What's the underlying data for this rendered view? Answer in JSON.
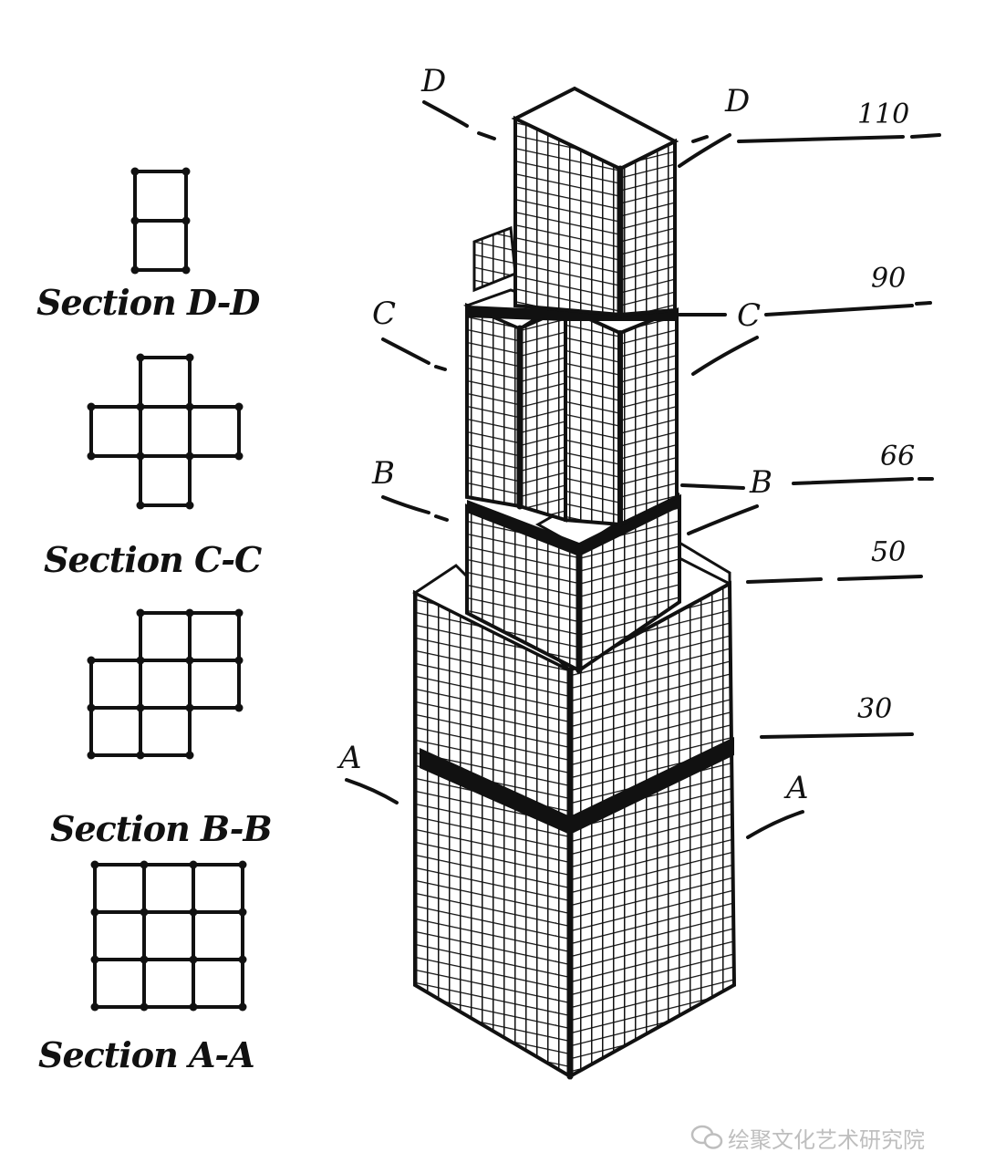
{
  "sections": [
    {
      "id": "D-D",
      "label": "Section D-D",
      "cells": [
        [
          0,
          0
        ],
        [
          0,
          1
        ]
      ]
    },
    {
      "id": "C-C",
      "label": "Section C-C",
      "cells": [
        [
          1,
          0
        ],
        [
          0,
          1
        ],
        [
          1,
          1
        ],
        [
          2,
          1
        ],
        [
          1,
          2
        ]
      ]
    },
    {
      "id": "B-B",
      "label": "Section B-B",
      "cells": [
        [
          1,
          0
        ],
        [
          2,
          0
        ],
        [
          0,
          1
        ],
        [
          1,
          1
        ],
        [
          2,
          1
        ],
        [
          0,
          2
        ],
        [
          1,
          2
        ]
      ]
    },
    {
      "id": "A-A",
      "label": "Section A-A",
      "cells": [
        [
          0,
          0
        ],
        [
          1,
          0
        ],
        [
          2,
          0
        ],
        [
          0,
          1
        ],
        [
          1,
          1
        ],
        [
          2,
          1
        ],
        [
          0,
          2
        ],
        [
          1,
          2
        ],
        [
          2,
          2
        ]
      ]
    }
  ],
  "cut_markers": [
    "D",
    "D",
    "C",
    "C",
    "B",
    "B",
    "A",
    "A"
  ],
  "floor_levels": [
    "110",
    "90",
    "66",
    "50",
    "30"
  ],
  "watermark": {
    "icon": "wechat-icon",
    "text": "绘聚文化艺术研究院"
  },
  "colors": {
    "ink": "#111111",
    "paper": "#ffffff",
    "watermark": "#b8b8b8"
  }
}
